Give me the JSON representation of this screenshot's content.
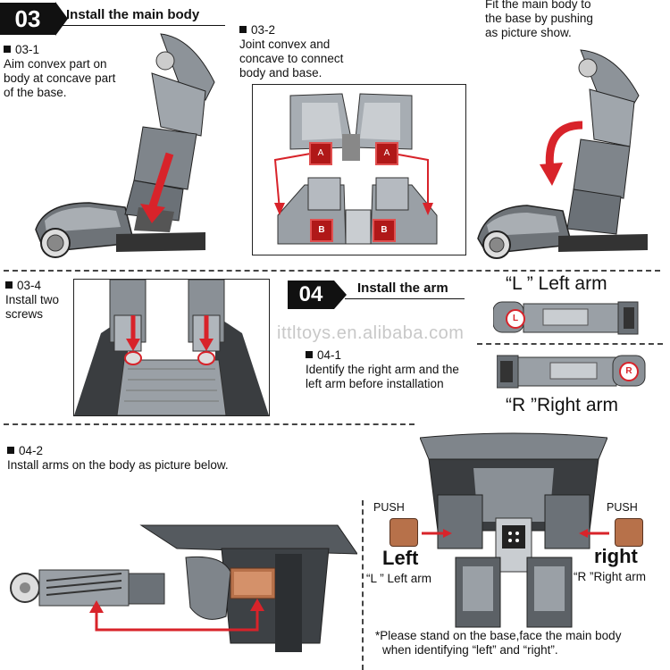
{
  "section03": {
    "number": "03",
    "title": "Install the main body",
    "step1_label": "03-1",
    "step1_text": [
      "Aim convex part on",
      "body at concave part",
      "of the base."
    ],
    "step2_label": "03-2",
    "step2_text": [
      "Joint convex and",
      "concave to connect",
      "body and base."
    ],
    "step3_text": [
      "Fit the main body to",
      "the base by pushing",
      "as picture show."
    ],
    "marker_a": "A",
    "marker_b": "B",
    "step4_label": "03-4",
    "step4_text": [
      "Install two",
      "screws"
    ]
  },
  "section04": {
    "number": "04",
    "title": "Install the arm",
    "step1_label": "04-1",
    "step1_text": [
      "Identify the right arm and the",
      "left arm before installation"
    ],
    "left_arm_caption": "“L ” Left arm",
    "right_arm_caption": "“R ”Right arm",
    "badge_l": "L",
    "badge_r": "R",
    "step2_label": "04-2",
    "step2_text": "Install arms on the body as picture below.",
    "push_left": "PUSH",
    "push_right": "PUSH",
    "left_big": "Left",
    "right_big": "right",
    "left_small": "“L ” Left arm",
    "right_small": "“R ”Right arm",
    "note": [
      "*Please stand on the base,face the main body",
      "when identifying “left” and “right”."
    ]
  },
  "watermark": "ittltoys.en.alibaba.com",
  "colors": {
    "arrow_red": "#d8232a",
    "marker_red": "#b01818",
    "metal": "#9aa0a6",
    "dark": "#222222",
    "copper": "#b7714a"
  }
}
